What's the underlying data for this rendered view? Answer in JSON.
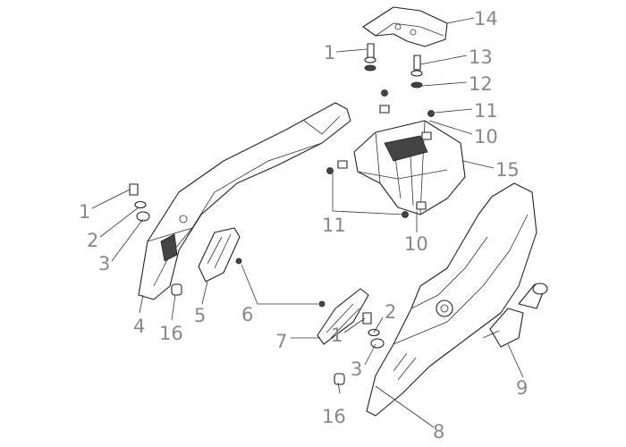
{
  "callouts": [
    {
      "id": "c1a",
      "text": "1"
    },
    {
      "id": "c2a",
      "text": "2"
    },
    {
      "id": "c3a",
      "text": "3"
    },
    {
      "id": "c4",
      "text": "4"
    },
    {
      "id": "c16a",
      "text": "16"
    },
    {
      "id": "c5",
      "text": "5"
    },
    {
      "id": "c6",
      "text": "6"
    },
    {
      "id": "c7",
      "text": "7"
    },
    {
      "id": "c1b",
      "text": "1"
    },
    {
      "id": "c2b",
      "text": "2"
    },
    {
      "id": "c3b",
      "text": "3"
    },
    {
      "id": "c16b",
      "text": "16"
    },
    {
      "id": "c8",
      "text": "8"
    },
    {
      "id": "c9",
      "text": "9"
    },
    {
      "id": "c14",
      "text": "14"
    },
    {
      "id": "c1c",
      "text": "1"
    },
    {
      "id": "c13",
      "text": "13"
    },
    {
      "id": "c12",
      "text": "12"
    },
    {
      "id": "c11a",
      "text": "11"
    },
    {
      "id": "c10a",
      "text": "10"
    },
    {
      "id": "c15",
      "text": "15"
    },
    {
      "id": "c11b",
      "text": "11"
    },
    {
      "id": "c10b",
      "text": "10"
    }
  ]
}
